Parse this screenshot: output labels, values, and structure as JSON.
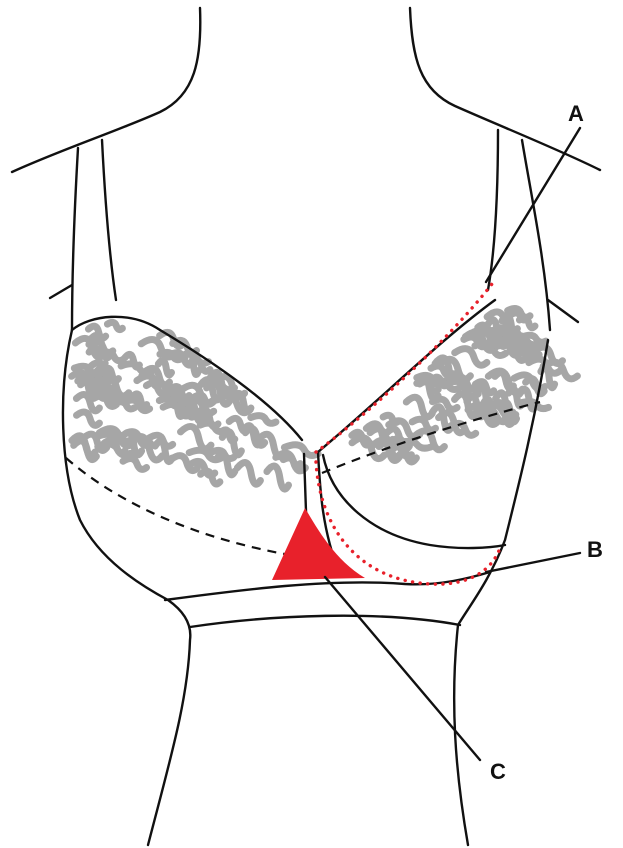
{
  "labels": {
    "a": "A",
    "b": "B",
    "c": "C"
  },
  "colors": {
    "outline": "#111111",
    "lace": "#a6a6a6",
    "highlight": "#e8212b"
  }
}
